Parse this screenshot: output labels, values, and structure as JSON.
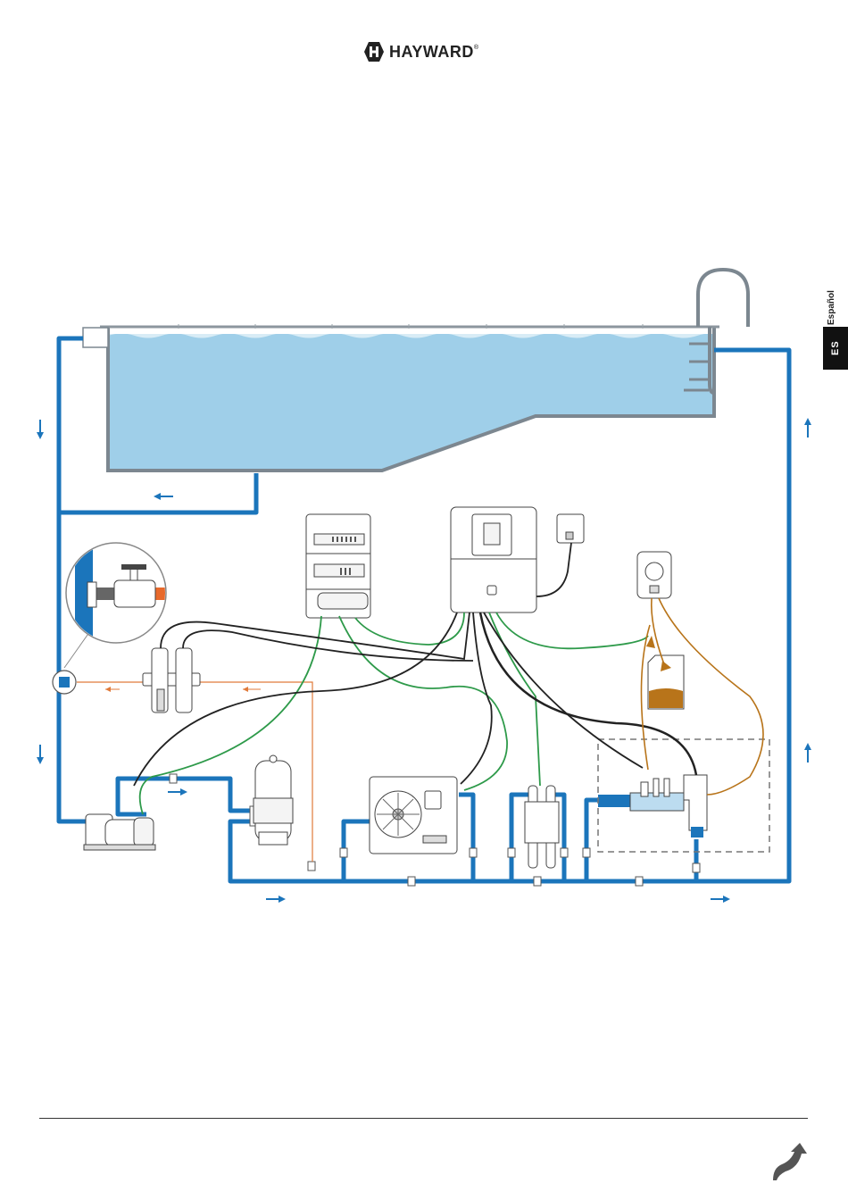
{
  "header": {
    "brand": "HAYWARD",
    "trademark": "®"
  },
  "side_tab": {
    "language": "Español",
    "code": "ES"
  },
  "colors": {
    "pipe": "#1b75bb",
    "water": "#9fcfe9",
    "pool_wall": "#7c8790",
    "green_cable": "#2e9a4a",
    "acid_line": "#b8741a",
    "acid_liquid": "#b8741a",
    "suction_line": "#e07a3a",
    "valve_highlight": "#e8692b"
  },
  "icons": {
    "logo": "hayward-logo-icon",
    "next_page": "page-turn-arrow-icon"
  }
}
